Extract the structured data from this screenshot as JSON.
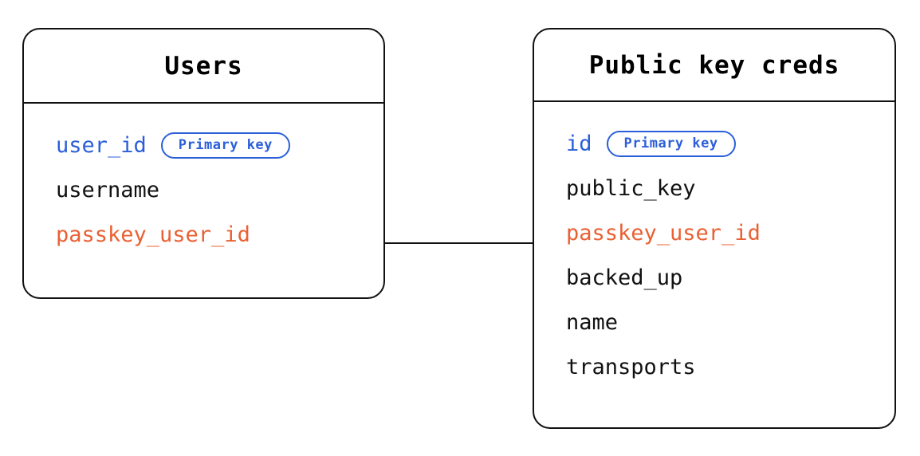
{
  "diagram": {
    "type": "entity-relationship-diagram",
    "background_color": "#ffffff",
    "colors": {
      "stroke": "#111111",
      "primary_key": "#2b5fd9",
      "foreign_key": "#ea6033",
      "plain_field": "#111111"
    },
    "entities": [
      {
        "id": "users",
        "title": "Users",
        "fields": [
          {
            "name": "user_id",
            "role": "primary",
            "badge": "Primary key"
          },
          {
            "name": "username",
            "role": "plain",
            "badge": null
          },
          {
            "name": "passkey_user_id",
            "role": "foreign",
            "badge": null
          }
        ]
      },
      {
        "id": "public-key-creds",
        "title": "Public key creds",
        "fields": [
          {
            "name": "id",
            "role": "primary",
            "badge": "Primary key"
          },
          {
            "name": "public_key",
            "role": "plain",
            "badge": null
          },
          {
            "name": "passkey_user_id",
            "role": "foreign",
            "badge": null
          },
          {
            "name": "backed_up",
            "role": "plain",
            "badge": null
          },
          {
            "name": "name",
            "role": "plain",
            "badge": null
          },
          {
            "name": "transports",
            "role": "plain",
            "badge": null
          }
        ]
      }
    ],
    "relationships": [
      {
        "id": "users-creds",
        "from_entity": "users",
        "from_field": "passkey_user_id",
        "to_entity": "public-key-creds",
        "to_field": "passkey_user_id",
        "style": "straight-line",
        "label": ""
      }
    ]
  }
}
